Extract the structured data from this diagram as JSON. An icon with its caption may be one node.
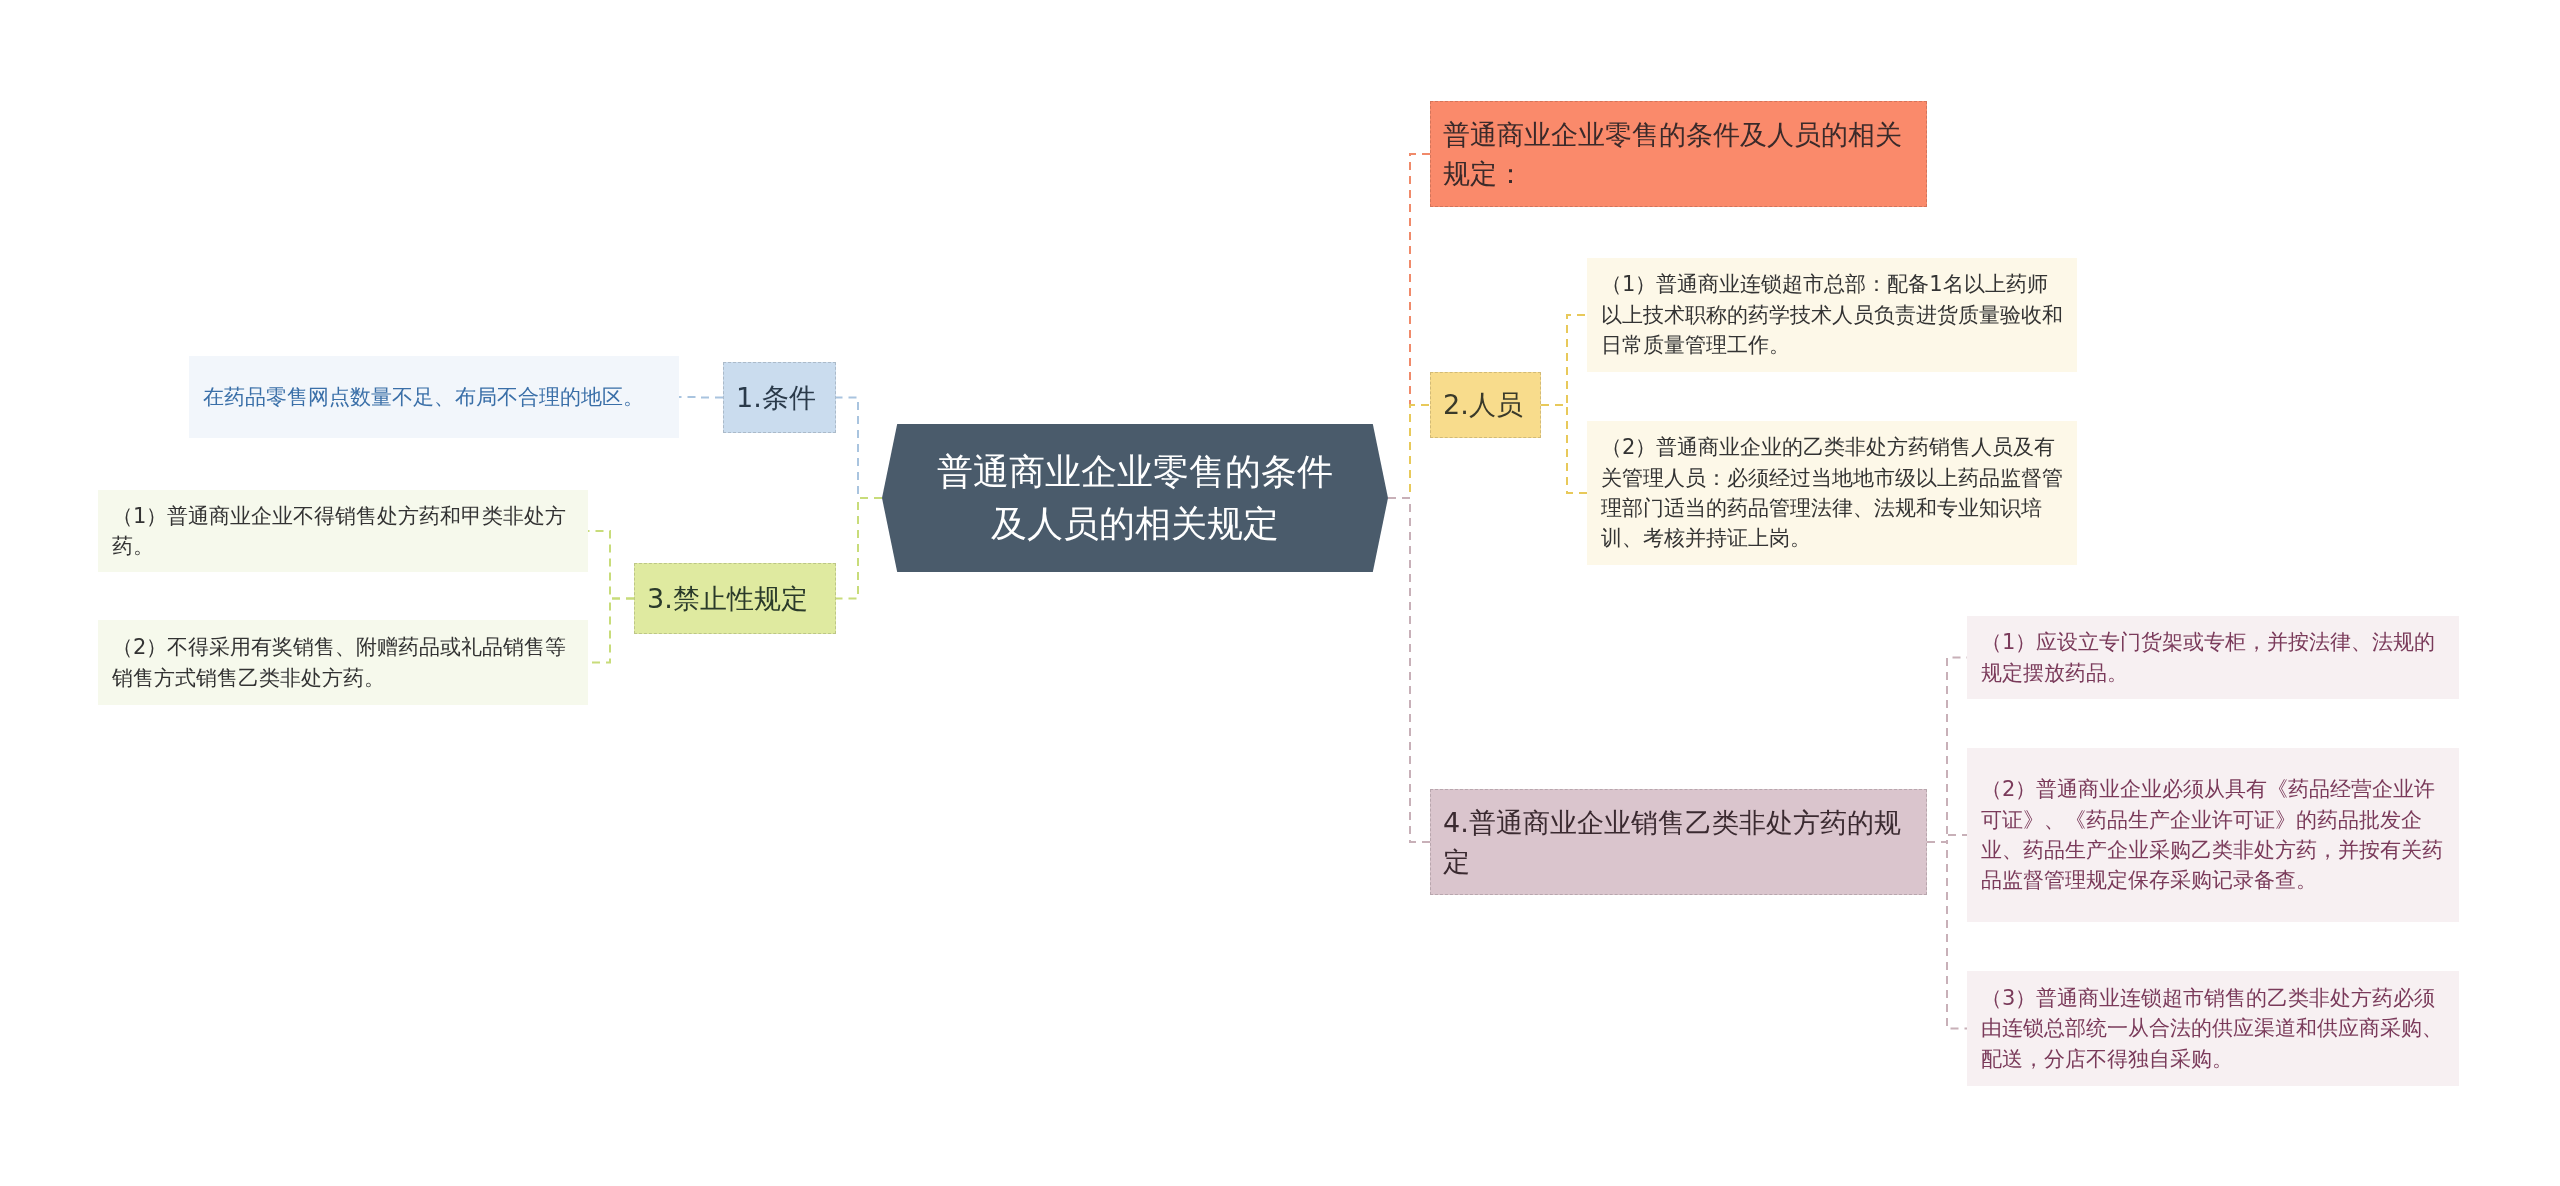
{
  "diagram": {
    "nodes": [
      {
        "text": [
          "普通商业企业零售的条件及人员的相关规定"
        ]
      },
      {
        "text": [
          "普通商业企业零售的条件及人员的相关规定："
        ]
      },
      {
        "text": [
          "2.人员"
        ]
      },
      {
        "text": [
          "（1）普通商业连锁超市总部：配备1名以上药师以上技术职称的药学技术人员负责进货质量验收和日常质量管理工作。"
        ]
      },
      {
        "text": [
          "（2）普通商业企业的乙类非处方药销售人员及有关管理人员：必须经过当地地市级以上药品监督管理部门适当的药品管理法律、法规和专业知识培训、考核并持证上岗。"
        ]
      },
      {
        "text": [
          "4.普通商业企业销售乙类非处方药的规定"
        ]
      },
      {
        "text": [
          "（1）应设立专门货架或专柜，并按法律、法规的规定摆放药品。"
        ]
      },
      {
        "text": [
          "（2）普通商业企业必须从具有《药品经营企业许可证》、《药品生产企业许可证》的药品批发企业、药品生产企业采购乙类非处方药，并按有关药品监督管理规定保存采购记录备查。"
        ]
      },
      {
        "text": [
          "（3）普通商业连锁超市销售的乙类非处方药必须由连锁总部统一从合法的供应渠道和供应商采购、配送，分店不得独自采购。"
        ]
      },
      {
        "text": [
          "1.条件"
        ]
      },
      {
        "text": [
          "在药品零售网点数量不足、布局不合理的地区。"
        ]
      },
      {
        "text": [
          "3.禁止性规定"
        ]
      },
      {
        "text": [
          "（1）普通商业企业不得销售处方药和甲类非处方药。"
        ]
      },
      {
        "text": [
          "（2）不得采用有奖销售、附赠药品或礼品销售等销售方式销售乙类非处方药。"
        ]
      }
    ],
    "edges": [
      {
        "from": 0,
        "to": 1,
        "arrow": "none",
        "style": "dashed",
        "color": "#f08a6a"
      },
      {
        "from": 0,
        "to": 2,
        "arrow": "none",
        "style": "dashed",
        "color": "#e8c95a"
      },
      {
        "from": 2,
        "to": 3,
        "arrow": "none",
        "style": "dashed",
        "color": "#e8c95a"
      },
      {
        "from": 2,
        "to": 4,
        "arrow": "none",
        "style": "dashed",
        "color": "#e8c95a"
      },
      {
        "from": 0,
        "to": 5,
        "arrow": "none",
        "style": "dashed",
        "color": "#c8b0b8"
      },
      {
        "from": 5,
        "to": 6,
        "arrow": "none",
        "style": "dashed",
        "color": "#c8b0b8"
      },
      {
        "from": 5,
        "to": 7,
        "arrow": "none",
        "style": "dashed",
        "color": "#c8b0b8"
      },
      {
        "from": 5,
        "to": 8,
        "arrow": "none",
        "style": "dashed",
        "color": "#c8b0b8"
      },
      {
        "from": 0,
        "to": 9,
        "arrow": "none",
        "style": "dashed",
        "color": "#a9c4df"
      },
      {
        "from": 9,
        "to": 10,
        "arrow": "none",
        "style": "dashed",
        "color": "#a9c4df"
      },
      {
        "from": 0,
        "to": 11,
        "arrow": "none",
        "style": "dashed",
        "color": "#c8dc7a"
      },
      {
        "from": 11,
        "to": 12,
        "arrow": "none",
        "style": "dashed",
        "color": "#c8dc7a"
      },
      {
        "from": 11,
        "to": 13,
        "arrow": "none",
        "style": "dashed",
        "color": "#c8dc7a"
      }
    ]
  }
}
